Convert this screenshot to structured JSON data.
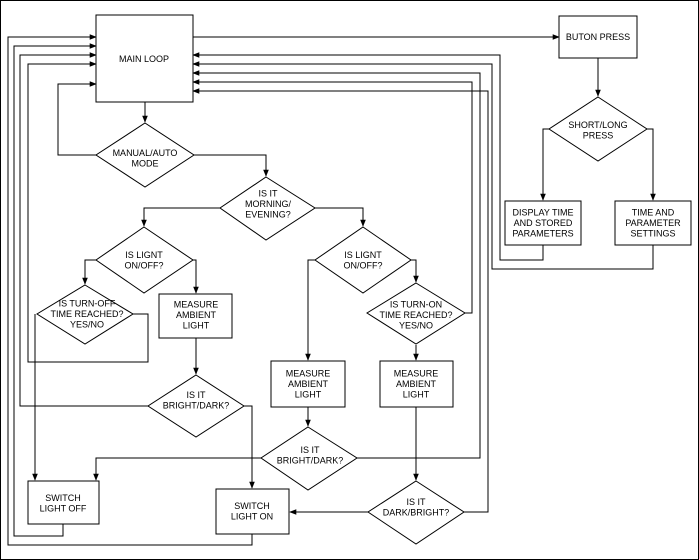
{
  "nodes": {
    "main_loop": [
      "MAIN LOOP"
    ],
    "buton_press": [
      "BUTON PRESS"
    ],
    "short_long": [
      "SHORT/LONG",
      "PRESS"
    ],
    "display_time": [
      "DISPLAY TIME",
      "AND STORED",
      "PARAMETERS"
    ],
    "time_param": [
      "TIME AND",
      "PARAMETER",
      "SETTINGS"
    ],
    "manual_auto": [
      "MANUAL/AUTO",
      "MODE"
    ],
    "morning_evening": [
      "IS IT",
      "MORNING/",
      "EVENING?"
    ],
    "light_left": [
      "IS LIGNT",
      "ON/OFF?"
    ],
    "light_right": [
      "IS LIGNT",
      "ON/OFF?"
    ],
    "turn_off_time": [
      "IS TURN-OFF",
      "TIME REACHED?",
      "YES/NO"
    ],
    "turn_on_time": [
      "IS TURN-ON",
      "TIME REACHED?",
      "YES/NO"
    ],
    "measure_1": [
      "MEASURE",
      "AMBIENT",
      "LIGHT"
    ],
    "measure_2": [
      "MEASURE",
      "AMBIENT",
      "LIGHT"
    ],
    "measure_3": [
      "MEASURE",
      "AMBIENT",
      "LIGHT"
    ],
    "bright_dark_1": [
      "IS IT",
      "BRIGHT/DARK?"
    ],
    "bright_dark_2": [
      "IS IT",
      "BRIGHT/DARK?"
    ],
    "dark_bright": [
      "IS IT",
      "DARK/BRIGHT?"
    ],
    "switch_off": [
      "SWITCH",
      "LIGHT OFF"
    ],
    "switch_on": [
      "SWITCH",
      "LIGHT ON"
    ]
  },
  "colors": {
    "stroke": "#000000",
    "background": "#ffffff"
  }
}
